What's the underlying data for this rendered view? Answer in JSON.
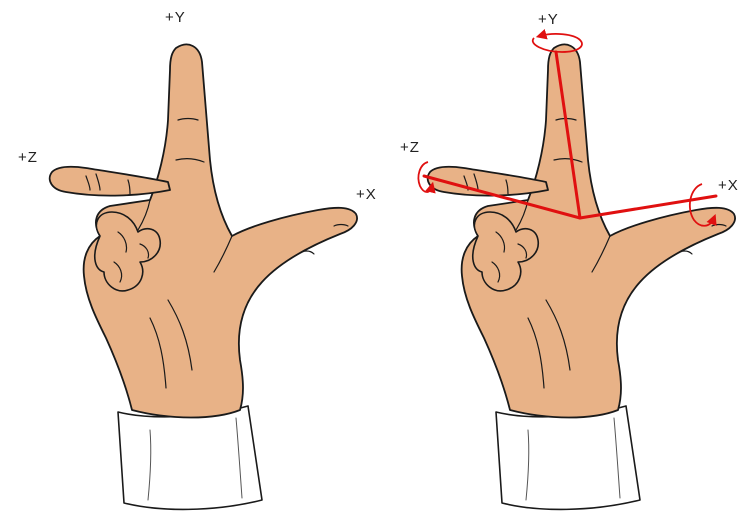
{
  "left_diagram": {
    "labels": {
      "y": "+Y",
      "z": "+Z",
      "x": "+X"
    }
  },
  "right_diagram": {
    "labels": {
      "y": "+Y",
      "z": "+Z",
      "x": "+X"
    }
  },
  "colors": {
    "skin": "#e8b287",
    "outline": "#1a1a1a",
    "axis_red": "#e01010",
    "sleeve": "#ffffff",
    "label": "#222222"
  },
  "icons": {
    "left_hand": "right-hand-rule-icon",
    "right_hand": "right-hand-rule-with-axes-icon",
    "rotation_arrow": "rotation-arrow-icon"
  }
}
